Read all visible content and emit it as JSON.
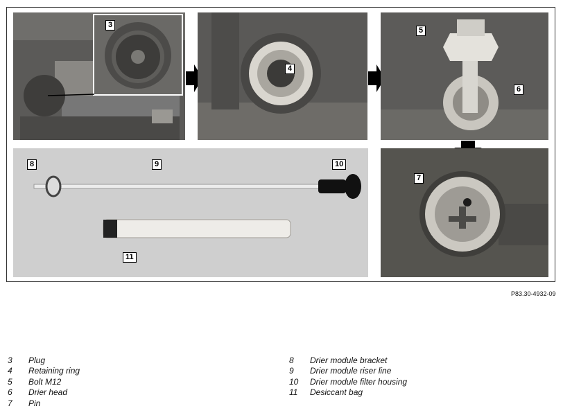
{
  "callouts": {
    "c3": "3",
    "c4": "4",
    "c5": "5",
    "c6": "6",
    "c7": "7",
    "c8": "8",
    "c9": "9",
    "c10": "10",
    "c11": "11"
  },
  "figure_id": "P83.30-4932-09",
  "legend_left": [
    {
      "num": "3",
      "label": "Plug"
    },
    {
      "num": "4",
      "label": "Retaining ring"
    },
    {
      "num": "5",
      "label": "Bolt M12"
    },
    {
      "num": "6",
      "label": "Drier head"
    },
    {
      "num": "7",
      "label": "Pin"
    }
  ],
  "legend_right": [
    {
      "num": "8",
      "label": "Drier module bracket"
    },
    {
      "num": "9",
      "label": "Drier module riser line"
    },
    {
      "num": "10",
      "label": "Drier module filter housing"
    },
    {
      "num": "11",
      "label": "Desiccant bag"
    }
  ]
}
